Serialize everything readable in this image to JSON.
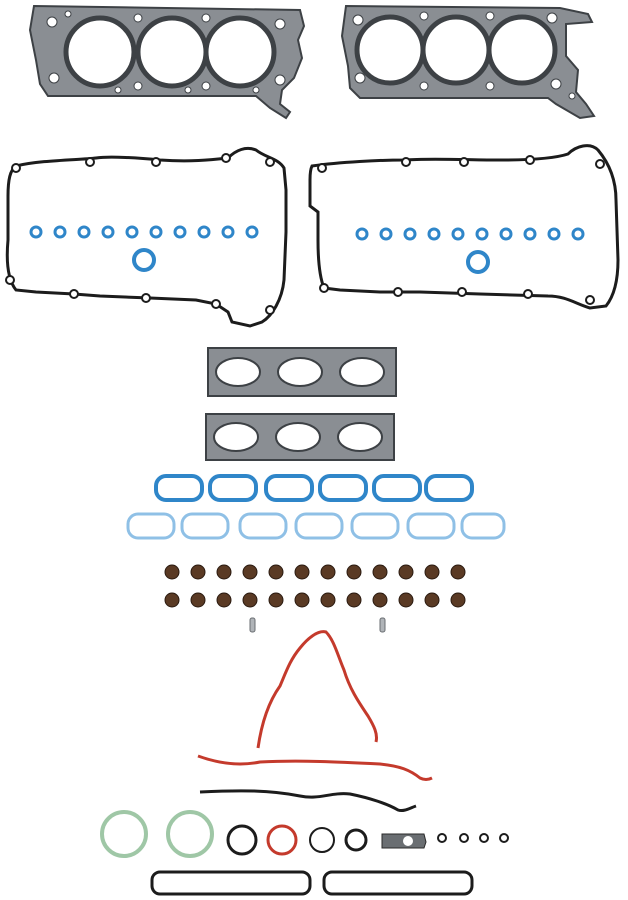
{
  "product": {
    "kind": "engine head gasket set",
    "parts": [
      "cylinder-head-gasket-left",
      "cylinder-head-gasket-right",
      "valve-cover-gasket-left",
      "valve-cover-gasket-right",
      "spark-plug-tube-seals",
      "exhaust-manifold-gaskets",
      "intake-manifold-gaskets-upper",
      "intake-manifold-gaskets-lower",
      "valve-stem-seals",
      "timing-cover-gaskets",
      "o-rings",
      "thermostat-gaskets"
    ]
  },
  "colors": {
    "steel": "#8a8e93",
    "steel_dark": "#3d4145",
    "rubber_black": "#1c1c1c",
    "seal_blue": "#2f86c9",
    "seal_blue_light": "#8fc0e6",
    "seal_red": "#c43a2c",
    "seal_green": "#9fc7a6",
    "valve_seal": "#5a3a24"
  },
  "counts": {
    "valve_stem_seals_per_row": 12,
    "valve_cover_small_seals": 10,
    "upper_intake_runners": 6,
    "lower_intake_runners": 7
  }
}
